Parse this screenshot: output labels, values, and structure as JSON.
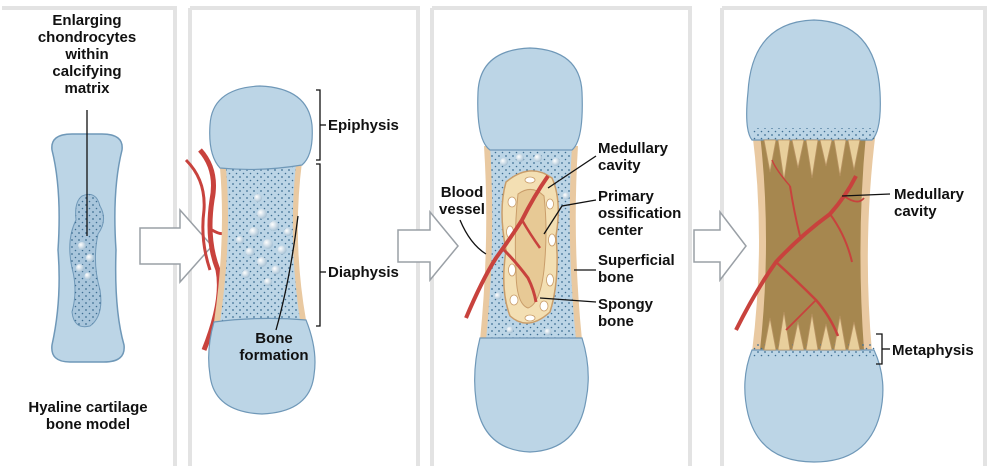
{
  "labels": {
    "stage1_top": "Enlarging\nchondrocytes\nwithin\ncalcifying\nmatrix",
    "stage1_bottom": "Hyaline cartilage\nbone model",
    "epiphysis": "Epiphysis",
    "diaphysis": "Diaphysis",
    "bone_formation": "Bone\nformation",
    "blood_vessel": "Blood\nvessel",
    "medullary_cavity_3": "Medullary\ncavity",
    "primary_ossification_center": "Primary\nossification\ncenter",
    "superficial_bone": "Superficial\nbone",
    "spongy_bone": "Spongy\nbone",
    "medullary_cavity_4": "Medullary\ncavity",
    "metaphysis": "Metaphysis"
  },
  "colors": {
    "cartilage": "#bcd5e6",
    "cartilage_stroke": "#6f98b8",
    "bone_collar": "#e9c9a1",
    "spongy": "#f3dfb3",
    "marrow": "#a6874f",
    "vessel": "#c8423d",
    "arrow": "#ffffff",
    "arrow_stroke": "#9aa0a6",
    "panel": "#e6e6e6"
  }
}
